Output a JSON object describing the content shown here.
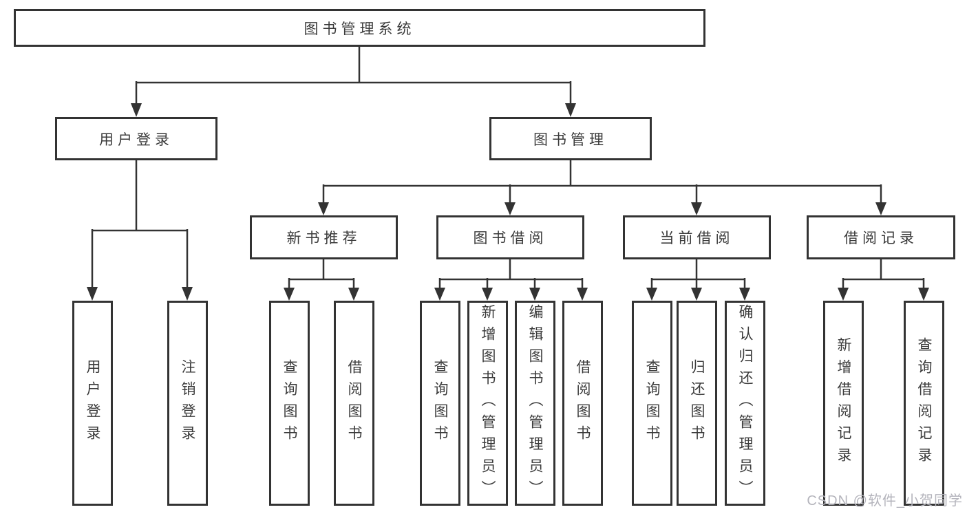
{
  "diagram": {
    "root": {
      "label": "图书管理系统"
    },
    "level2": [
      {
        "label": "用户登录"
      },
      {
        "label": "图书管理"
      }
    ],
    "level3": [
      {
        "label": "新书推荐",
        "parent": "图书管理"
      },
      {
        "label": "图书借阅",
        "parent": "图书管理"
      },
      {
        "label": "当前借阅",
        "parent": "图书管理"
      },
      {
        "label": "借阅记录",
        "parent": "图书管理"
      }
    ],
    "leaves": [
      {
        "label": "用户登录",
        "parent": "用户登录"
      },
      {
        "label": "注销登录",
        "parent": "用户登录"
      },
      {
        "label": "查询图书",
        "parent": "新书推荐"
      },
      {
        "label": "借阅图书",
        "parent": "新书推荐"
      },
      {
        "label": "查询图书",
        "parent": "图书借阅"
      },
      {
        "label": "新增图书（管理员）",
        "parent": "图书借阅"
      },
      {
        "label": "编辑图书（管理员）",
        "parent": "图书借阅"
      },
      {
        "label": "借阅图书",
        "parent": "图书借阅"
      },
      {
        "label": "查询图书",
        "parent": "当前借阅"
      },
      {
        "label": "归还图书",
        "parent": "当前借阅"
      },
      {
        "label": "确认归还（管理员）",
        "parent": "当前借阅"
      },
      {
        "label": "新增借阅记录",
        "parent": "借阅记录"
      },
      {
        "label": "查询借阅记录",
        "parent": "借阅记录"
      }
    ]
  },
  "watermark": {
    "text": "CSDN @软件_小贺同学",
    "color": "#b4b4bc"
  },
  "colors": {
    "line": "#333333",
    "box_border": "#333333",
    "text": "#3b3b3b",
    "background": "#ffffff"
  }
}
